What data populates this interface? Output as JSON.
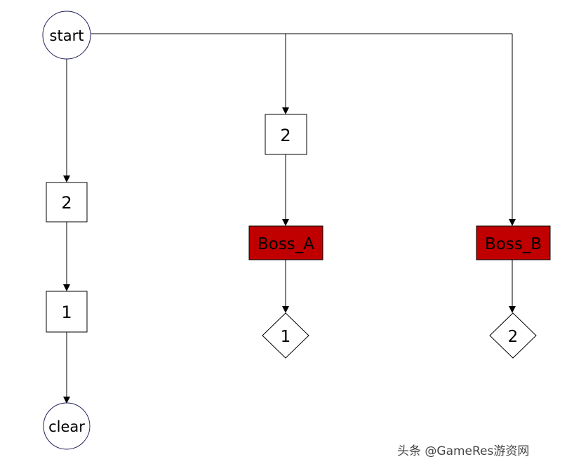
{
  "colors": {
    "stroke": "#000000",
    "circle_stroke": "#1f1f5a",
    "boss_fill": "#c00000"
  },
  "nodes": {
    "start": "start",
    "left_box_1": "2",
    "left_box_2": "1",
    "clear": "clear",
    "mid_box": "2",
    "boss_a": "Boss_A",
    "mid_diamond": "1",
    "boss_b": "Boss_B",
    "right_diamond": "2"
  },
  "watermark": "头条 @GameRes游资网"
}
